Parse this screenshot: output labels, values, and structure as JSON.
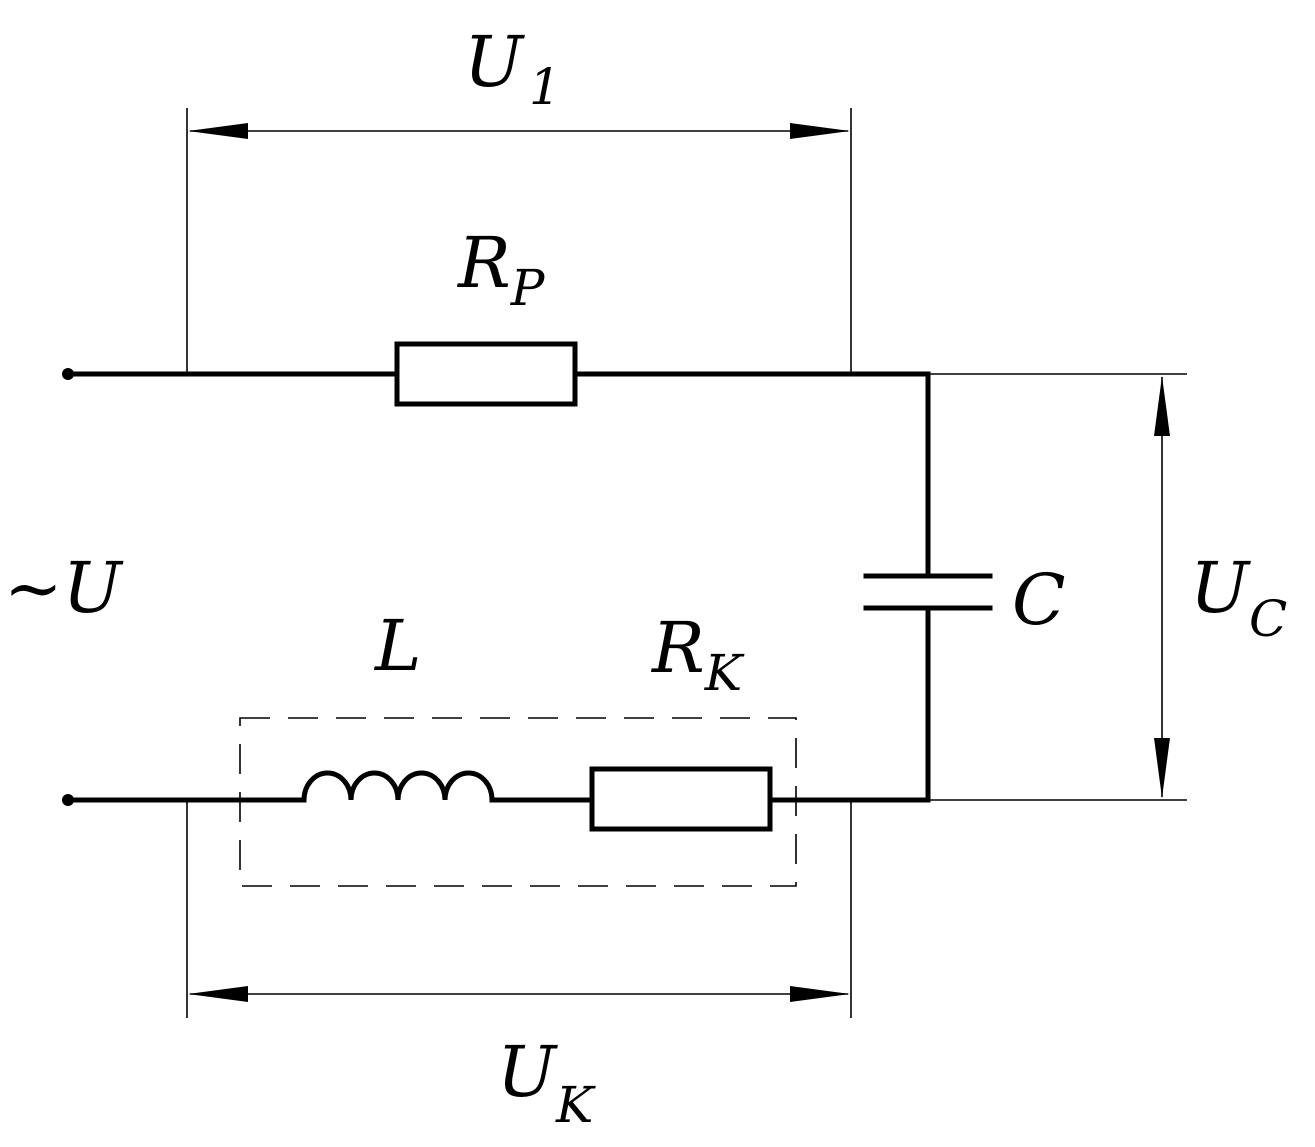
{
  "labels": {
    "u1": {
      "main": "U",
      "sub": "1"
    },
    "rp": {
      "main": "R",
      "sub": "P"
    },
    "source": "~U",
    "l": "L",
    "rk": {
      "main": "R",
      "sub": "K"
    },
    "c": "C",
    "uc": {
      "main": "U",
      "sub": "C"
    },
    "uk": {
      "main": "U",
      "sub": "K"
    }
  }
}
